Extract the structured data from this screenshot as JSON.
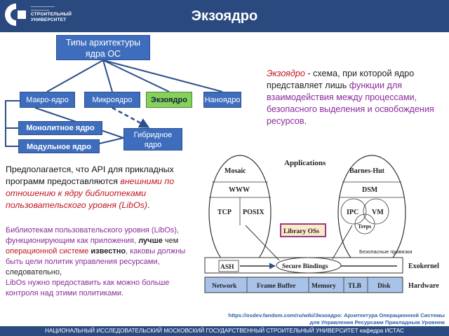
{
  "header": {
    "logo_line1": "СТРОИТЕЛЬНЫЙ",
    "logo_line2": "УНИВЕРСИТЕТ",
    "title": "Экзоядро"
  },
  "tree": {
    "root": "Типы архитектуры ядра ОС",
    "macro": "Макро-ядро",
    "micro": "Микроядро",
    "exo": "Экзоядро",
    "nano": "Наноядро",
    "monolithic": "Монолитное ядро",
    "modular": "Модульное ядро",
    "hybrid": "Гибридное ядро"
  },
  "definition": {
    "term": "Экзоядро",
    "part1": " - схема, при которой ядро представляет лишь ",
    "highlight": "функции для взаимодействия между процессами, безопасного выделения и освобождения ресурсов",
    "part2": "."
  },
  "para1": {
    "text1": "Предполагается, что API для прикладных программ предоставляются ",
    "italic1": "внешними по",
    "italic2": "отношению к ядру библиотеками пользовательского уровня (LibOs)",
    "text2": "."
  },
  "para2": {
    "t1": "Библиотекам пользовательского уровня (LibOs), функционирующим как приложения, ",
    "t2": "лучше",
    "t3": " чем ",
    "t4": "операционной системе",
    "t5": " ",
    "t6": "известно",
    "t7": ", каковы должны быть цели политик управления ресурсами, ",
    "t8": " следовательно,",
    "t9": "LibOs нужно предоставить как можно больше контроля над этими политиками."
  },
  "figure": {
    "applications": "Applications",
    "mosaic": "Mosaic",
    "www": "WWW",
    "tcp": "TCP",
    "posix": "POSIX",
    "barnes_hut": "Barnes-Hut",
    "dsm": "DSM",
    "ipc": "IPC",
    "vm": "VM",
    "treps": "Treps",
    "library_oss": "Library OSs",
    "secure_caption": "Безопасные привязки",
    "ash": "ASH",
    "secure_bindings": "Secure Bindings",
    "exokernel": "Exokernel",
    "network": "Network",
    "frame_buffer": "Frame Buffer",
    "memory": "Memory",
    "tlb": "TLB",
    "disk": "Disk",
    "hardware": "Hardware"
  },
  "source_link": "https://osdev.fandom.com/ru/wiki/Экзоядро: Архитектура Операционной Системы для Управления Ресурсами Прикладным Уровнем",
  "footer": "НАЦИОНАЛЬНЫЙ ИССЛЕДОВАТЕЛЬСКИЙ МОСКОВСКИЙ  ГОСУДАРСТВЕННЫЙ  СТРОИТЕЛЬНЫЙ УНИВЕРСИТЕТ кафедра ИСТАС",
  "colors": {
    "header": "#2a4a7f",
    "box": "#3e6dbd",
    "exo_box": "#86d15d",
    "highlight": "#8a2a9c",
    "red": "#c1141e"
  }
}
